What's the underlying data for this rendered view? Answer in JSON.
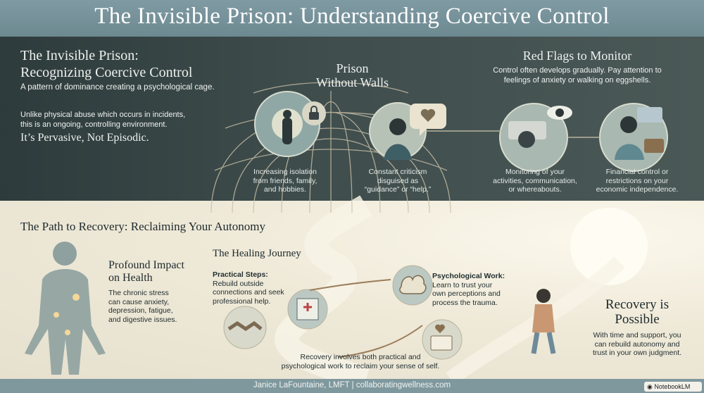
{
  "header": {
    "title": "The Invisible Prison: Understanding Coercive Control"
  },
  "intro": {
    "heading_line1": "The Invisible Prison:",
    "heading_line2": "Recognizing Coercive Control",
    "subtitle": "A pattern of dominance creating a psychological cage.",
    "body_line1": "Unlike physical abuse which occurs in incidents,",
    "body_line2": "this is an ongoing, controlling environment.",
    "tagline": "It’s Pervasive, Not Episodic."
  },
  "dome": {
    "label_line1": "Prison",
    "label_line2": "Without Walls"
  },
  "isolation": {
    "line1": "Increasing isolation",
    "line2": "from friends, family,",
    "line3": "and hobbies."
  },
  "criticism": {
    "line1": "Constant criticism",
    "line2": "disguised as",
    "line3": "“guidance” or “help.”"
  },
  "red_flags": {
    "heading": "Red Flags to Monitor",
    "desc_line1": "Control often develops gradually. Pay attention to",
    "desc_line2": "feelings of anxiety or walking on eggshells.",
    "monitoring": {
      "line1": "Monitoring of your",
      "line2": "activities, communication,",
      "line3": "or whereabouts."
    },
    "financial": {
      "line1": "Financial control or",
      "line2": "restrictions on your",
      "line3": "economic independence."
    }
  },
  "recovery_section": {
    "heading": "The Path to Recovery: Reclaiming Your Autonomy"
  },
  "health": {
    "heading_line1": "Profound Impact",
    "heading_line2": "on Health",
    "body_line1": "The chronic stress",
    "body_line2": "can cause anxiety,",
    "body_line3": "depression, fatigue,",
    "body_line4": "and digestive issues."
  },
  "journey": {
    "heading": "The Healing Journey",
    "practical_title": "Practical Steps:",
    "practical_line1": "Rebuild outside",
    "practical_line2": "connections and seek",
    "practical_line3": "professional help.",
    "psych_title": "Psychological Work:",
    "psych_line1": "Learn to trust your",
    "psych_line2": "own perceptions and",
    "psych_line3": "process the trauma.",
    "summary_line1": "Recovery involves both practical and",
    "summary_line2": "psychological work to reclaim your sense of self."
  },
  "possible": {
    "heading_line1": "Recovery is",
    "heading_line2": "Possible",
    "body_line1": "With time and support, you",
    "body_line2": "can rebuild autonomy and",
    "body_line3": "trust in your own judgment."
  },
  "footer": {
    "credit": "Janice LaFountaine, LMFT |  collaboratingwellness.com",
    "brand": "NotebookLM"
  }
}
